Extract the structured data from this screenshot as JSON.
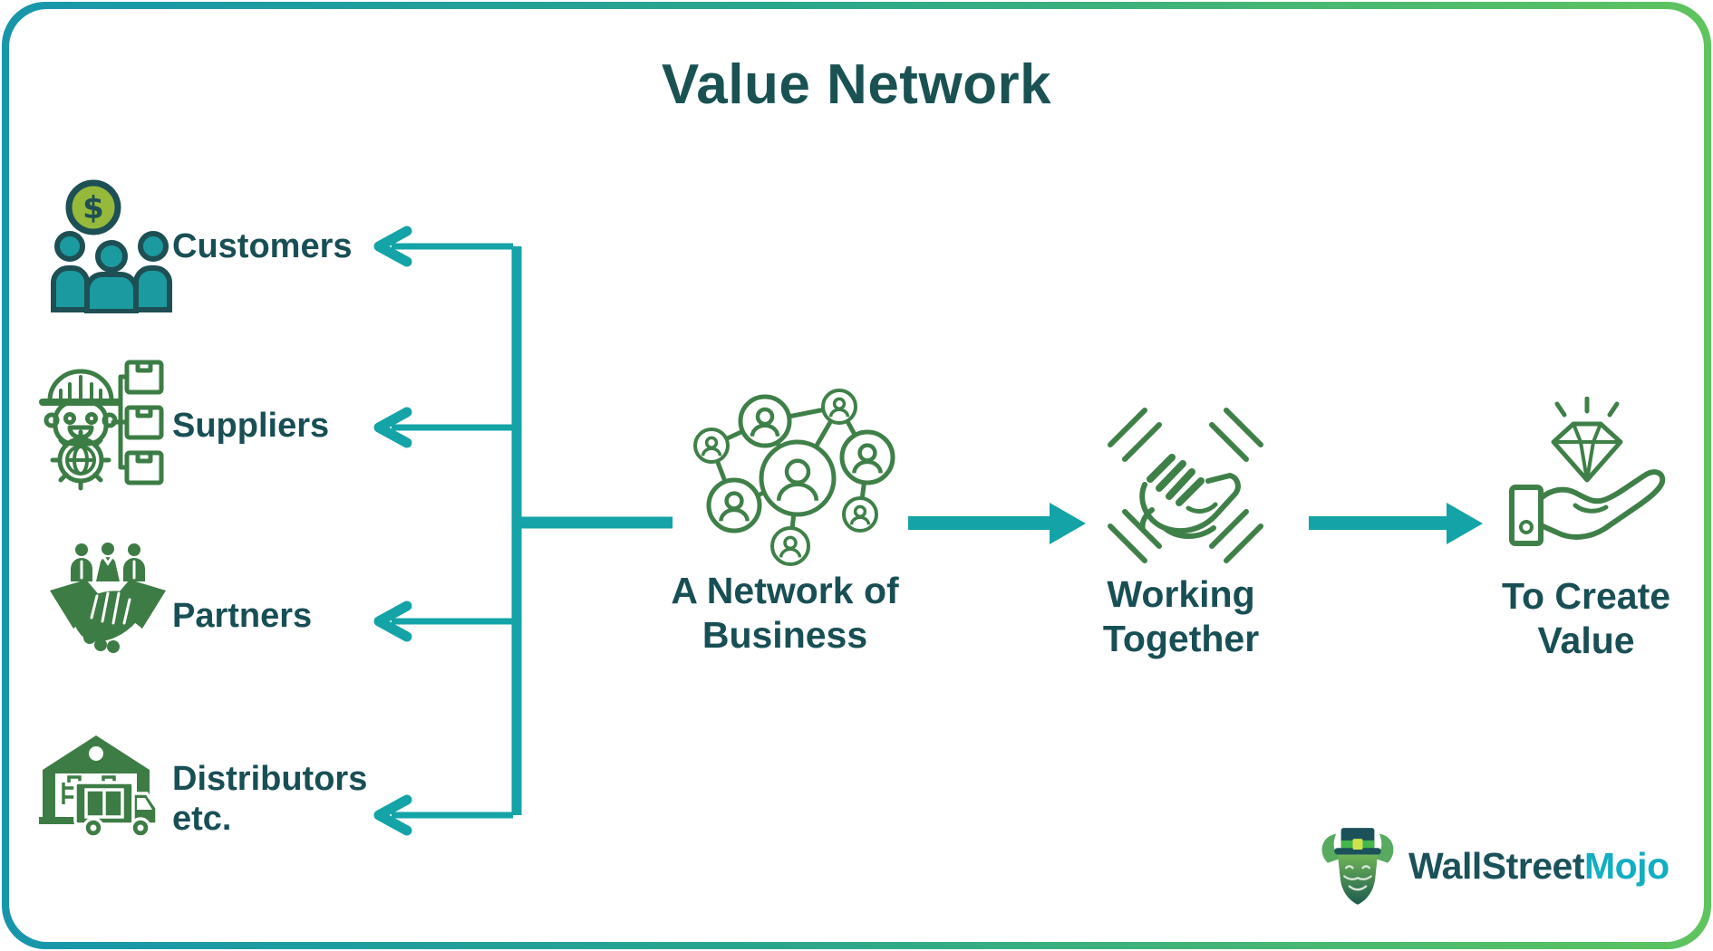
{
  "title": "Value Network",
  "stakeholders": [
    {
      "line1": "Customers",
      "line2": "",
      "icon": "customers-icon"
    },
    {
      "line1": "Suppliers",
      "line2": "",
      "icon": "suppliers-icon"
    },
    {
      "line1": "Partners",
      "line2": "",
      "icon": "partners-handshake-icon"
    },
    {
      "line1": "Distributors",
      "line2": "etc.",
      "icon": "distributors-warehouse-truck-icon"
    }
  ],
  "flow_steps": [
    {
      "line1": "A Network of",
      "line2": "Business",
      "icon": "people-network-icon"
    },
    {
      "line1": "Working",
      "line2": "Together",
      "icon": "hands-stacked-icon"
    },
    {
      "line1": "To Create",
      "line2": "Value",
      "icon": "hand-holding-diamond-icon"
    }
  ],
  "icon_glyphs": {
    "coin_symbol": "$"
  },
  "logo": {
    "text_primary": "WallStreet",
    "text_secondary": "Mojo",
    "mascot": "bull-mascot-icon"
  },
  "colors": {
    "accent_teal": "#14a3a6",
    "text_dark_teal": "#184f55",
    "icon_green_outline": "#3c7d45",
    "icon_green_solid": "#3e7c46",
    "customers_fill_teal": "#1b9b9f",
    "customers_outline": "#1d4f54",
    "coin_green": "#96b93c",
    "border_gradient_start": "#1796ab",
    "border_gradient_end": "#5ec45e",
    "logo_primary": "#1b525a",
    "logo_secondary": "#12aec2"
  }
}
